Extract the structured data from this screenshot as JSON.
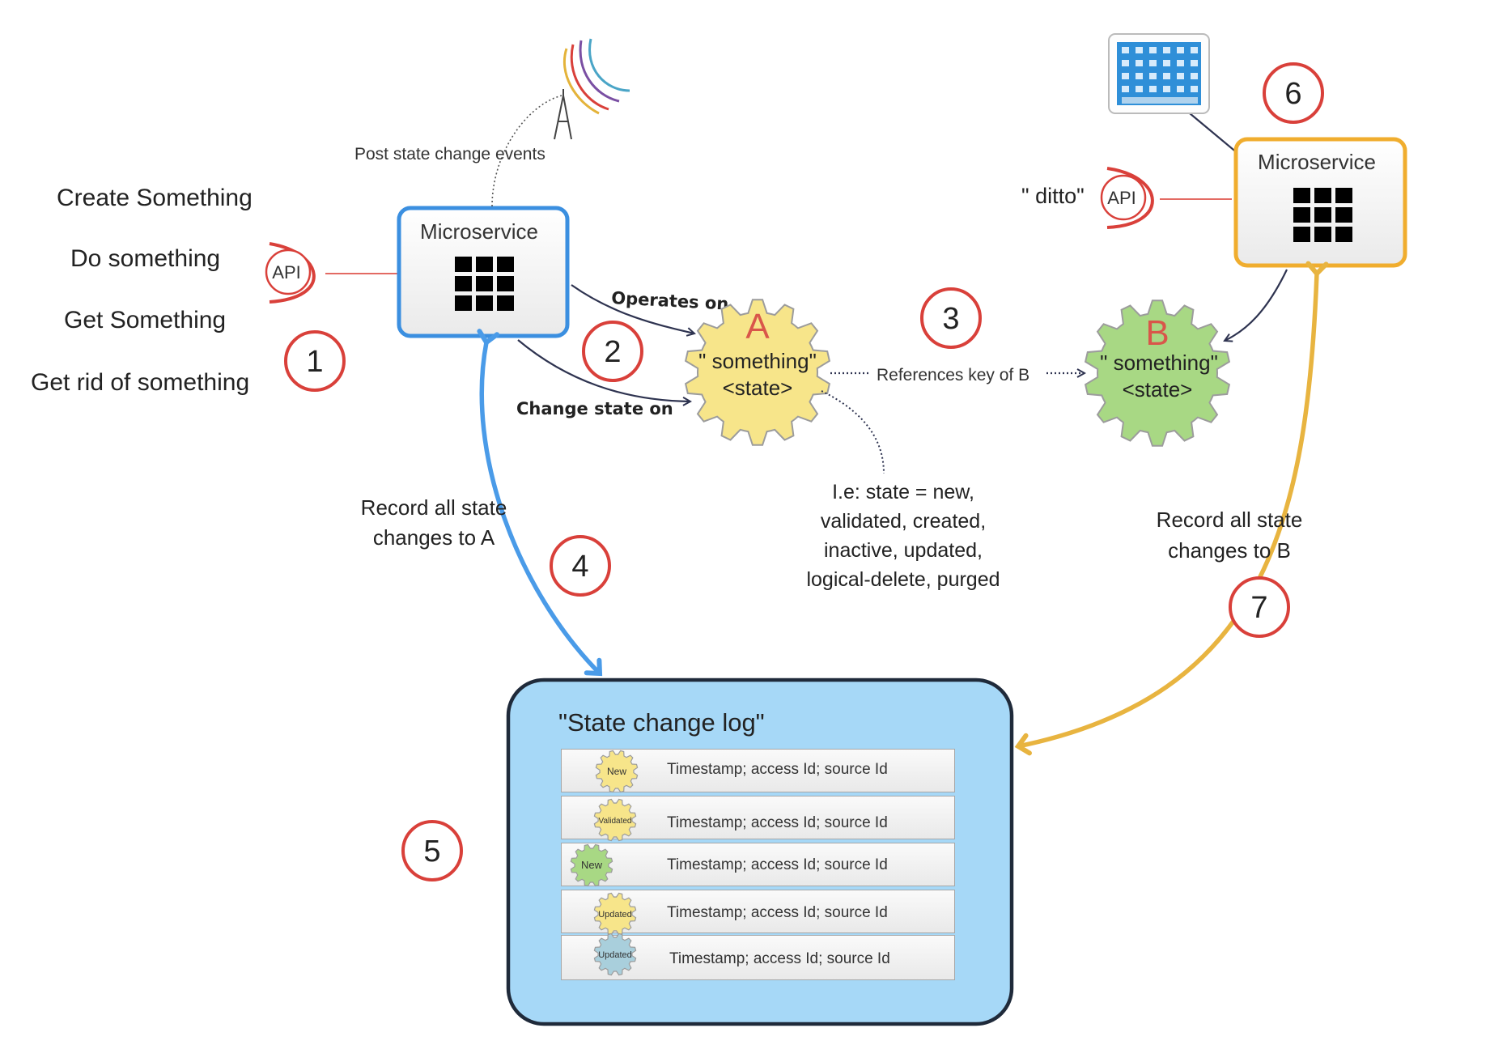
{
  "actions": [
    "Create Something",
    "Do something",
    "Get Something",
    "Get rid of something"
  ],
  "microservice_a": {
    "label": "Microservice"
  },
  "microservice_b": {
    "label": "Microservice"
  },
  "api_label_a": "API",
  "api_label_b": "API",
  "ditto": "\" ditto\"",
  "broadcast_label": "Post state change events",
  "operates_on": "Operates on",
  "change_state_on": "Change state on",
  "entity_a": {
    "letter": "A",
    "line1": "\" something\"",
    "line2": "<state>"
  },
  "entity_b": {
    "letter": "B",
    "line1": "\" something\"",
    "line2": "<state>"
  },
  "references_label": "References key of B",
  "state_note": [
    "I.e: state = new,",
    "validated, created,",
    "inactive, updated,",
    "logical-delete, purged"
  ],
  "record_a": [
    "Record all state",
    "changes to  A"
  ],
  "record_b": [
    "Record all state",
    "changes to  B"
  ],
  "steps": [
    "1",
    "2",
    "3",
    "4",
    "5",
    "6",
    "7"
  ],
  "log": {
    "title": "\"State change log\"",
    "rows": [
      {
        "badge": "New",
        "color": "yellow",
        "text": "Timestamp; access Id; source Id"
      },
      {
        "badge": "Validated",
        "color": "yellow",
        "text": "Timestamp; access Id; source Id"
      },
      {
        "badge": "New",
        "color": "green",
        "text": "Timestamp; access Id; source Id"
      },
      {
        "badge": "Updated",
        "color": "yellow",
        "text": "Timestamp; access Id; source Id"
      },
      {
        "badge": "Updated",
        "color": "blue",
        "text": "Timestamp; access Id; source Id"
      }
    ]
  },
  "colors": {
    "step_ring": "#d9403a",
    "ms_a_border": "#3b8fe0",
    "ms_b_border": "#f0ad2e",
    "gear_a": "#f7e58a",
    "gear_b": "#a8d884",
    "log_bg": "#a6d8f7",
    "arrow_a": "#4a9be8",
    "arrow_b": "#e8b440"
  }
}
